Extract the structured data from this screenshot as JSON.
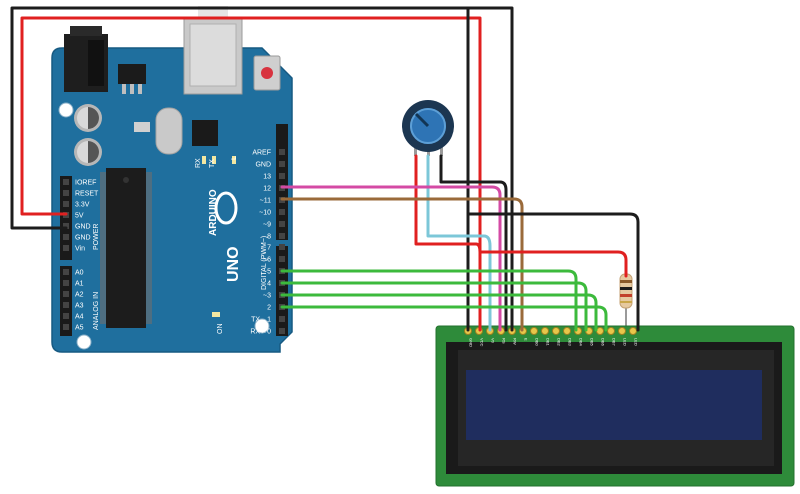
{
  "arduino": {
    "brand": "ARDUINO",
    "model": "UNO",
    "digital_section": "DIGITAL (PWM~)",
    "analog_section": "ANALOG IN",
    "power_section": "POWER",
    "led_labels": {
      "rx": "RX",
      "tx": "TX",
      "l": "L",
      "on": "ON"
    },
    "top_header_pins": [
      "AREF",
      "GND",
      "13",
      "12",
      "~11",
      "~10",
      "~9",
      "8"
    ],
    "bottom_header_pins": [
      "7",
      "~6",
      "~5",
      "4",
      "~3",
      "2",
      "TX→1",
      "RX←0"
    ],
    "power_pins": [
      "IOREF",
      "RESET",
      "3.3V",
      "5V",
      "GND",
      "GND",
      "Vin"
    ],
    "analog_pins": [
      "A0",
      "A1",
      "A2",
      "A3",
      "A4",
      "A5"
    ]
  },
  "lcd": {
    "pins": [
      "GND",
      "VCC",
      "V0",
      "RS",
      "RW",
      "E",
      "DB0",
      "DB1",
      "DB2",
      "DB3",
      "DB4",
      "DB5",
      "DB6",
      "DB7",
      "LED",
      "LED"
    ]
  },
  "colors": {
    "board": "#1f6f9e",
    "wire_red": "#e02020",
    "wire_black": "#1c1c1c",
    "wire_green": "#3cba3c",
    "wire_pink": "#d44aa4",
    "wire_brown": "#9a6a3a",
    "wire_cyan": "#7cc7d8",
    "lcd_pcb": "#2e8b3a",
    "lcd_screen": "#1f2d5e"
  }
}
